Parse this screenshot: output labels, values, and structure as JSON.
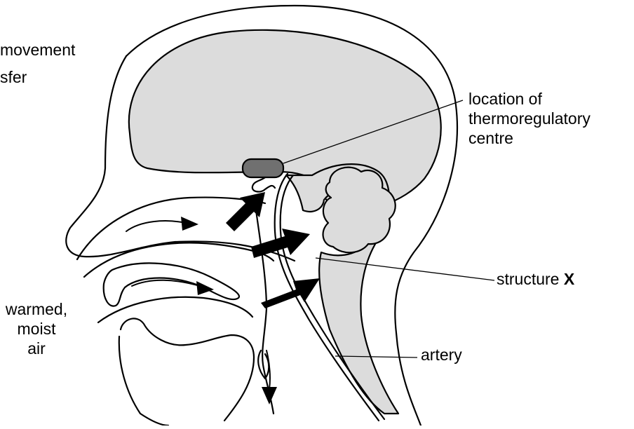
{
  "labels": {
    "cut_line_1": "movement",
    "cut_line_2": "sfer",
    "thermo_1": "location of",
    "thermo_2": "thermoregulatory",
    "thermo_3": "centre",
    "structure_prefix": "structure ",
    "structure_letter": "X",
    "artery": "artery",
    "air_1": "warmed,",
    "air_2": "moist",
    "air_3": "air"
  },
  "colors": {
    "shading": "#dcdcdc",
    "thermo_centre": "#707070",
    "ink": "#000000"
  },
  "icons": {
    "air_flow": "curved-arrow",
    "heat_transfer": "thick-arrow"
  }
}
